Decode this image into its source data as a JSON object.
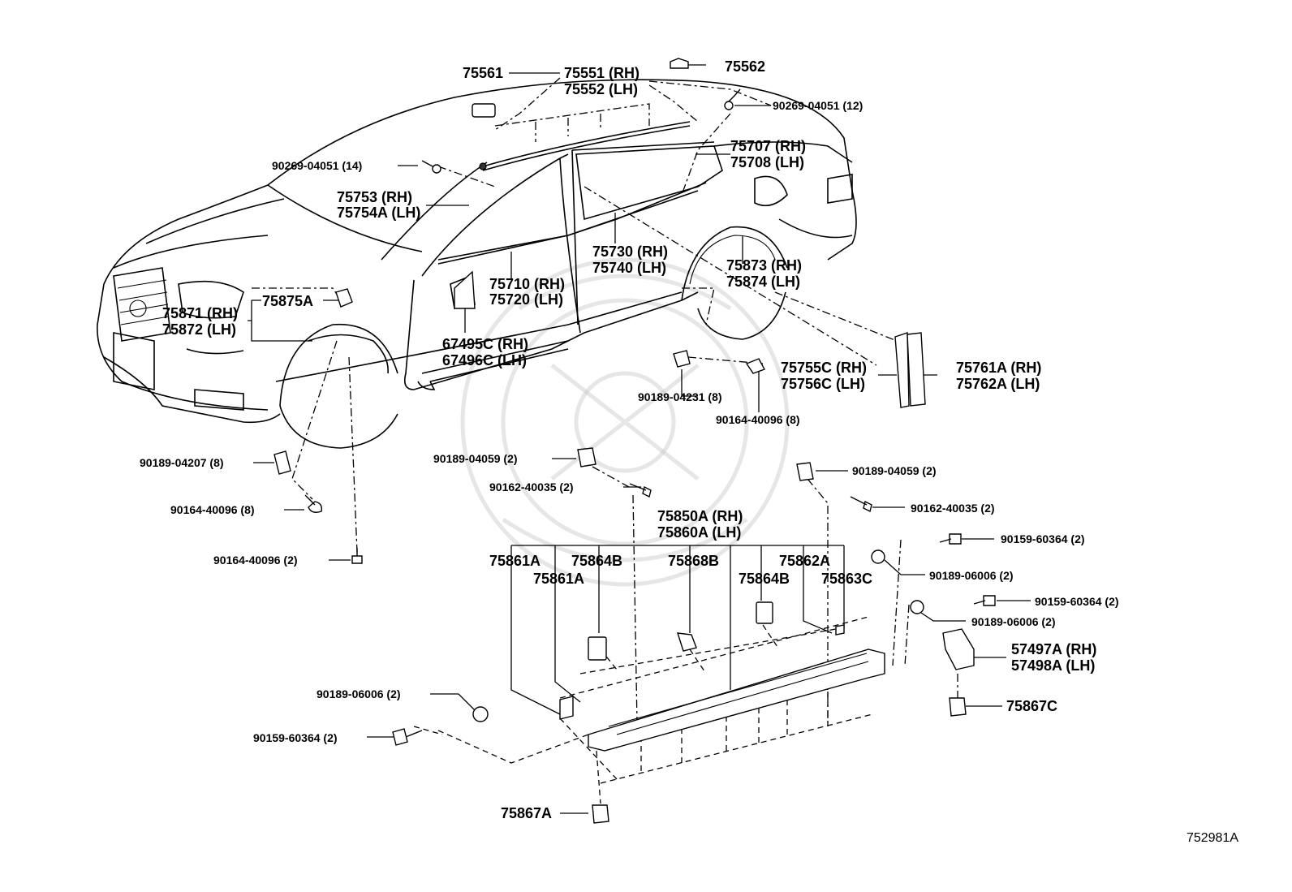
{
  "diagram": {
    "reference_code": "752981A",
    "labels": {
      "p75561": "75561",
      "p75551": "75551 (RH)",
      "p75552": "75552 (LH)",
      "p75562": "75562",
      "clip_roof": "90269-04051 (12)",
      "clip_front": "90269-04051 (14)",
      "p75707": "75707 (RH)",
      "p75708": "75708 (LH)",
      "p75753": "75753 (RH)",
      "p75754": "75754A (LH)",
      "p75730": "75730 (RH)",
      "p75740": "75740 (LH)",
      "p75873": "75873 (RH)",
      "p75874": "75874 (LH)",
      "p75710": "75710 (RH)",
      "p75720": "75720 (LH)",
      "p75875": "75875A",
      "p75871": "75871 (RH)",
      "p75872": "75872 (LH)",
      "p67495": "67495C (RH)",
      "p67496": "67496C (LH)",
      "p75755": "75755C (RH)",
      "p75756": "75756C (LH)",
      "p75761": "75761A (RH)",
      "p75762": "75762A (LH)",
      "clip_04231": "90189-04231 (8)",
      "screw_40096_8b": "90164-40096 (8)",
      "clip_04207": "90189-04207 (8)",
      "screw_40096_8": "90164-40096 (8)",
      "screw_40096_2": "90164-40096 (2)",
      "clip_04059_l": "90189-04059 (2)",
      "screw_40035_l": "90162-40035 (2)",
      "clip_04059_r": "90189-04059 (2)",
      "screw_40035_r": "90162-40035 (2)",
      "p75850": "75850A (RH)",
      "p75860": "75860A (LH)",
      "screw_60364_a": "90159-60364 (2)",
      "clip_06006_a": "90189-06006 (2)",
      "p75861_a": "75861A",
      "p75864_a": "75864B",
      "p75868": "75868B",
      "p75862": "75862A",
      "p75861_b": "75861A",
      "p75864_b": "75864B",
      "p75863": "75863C",
      "screw_60364_b": "90159-60364 (2)",
      "clip_06006_b": "90189-06006 (2)",
      "p57497": "57497A (RH)",
      "p57498": "57498A (LH)",
      "p75867c": "75867C",
      "clip_06006_c": "90189-06006 (2)",
      "screw_60364_c": "90159-60364 (2)",
      "p75867a": "75867A"
    }
  }
}
